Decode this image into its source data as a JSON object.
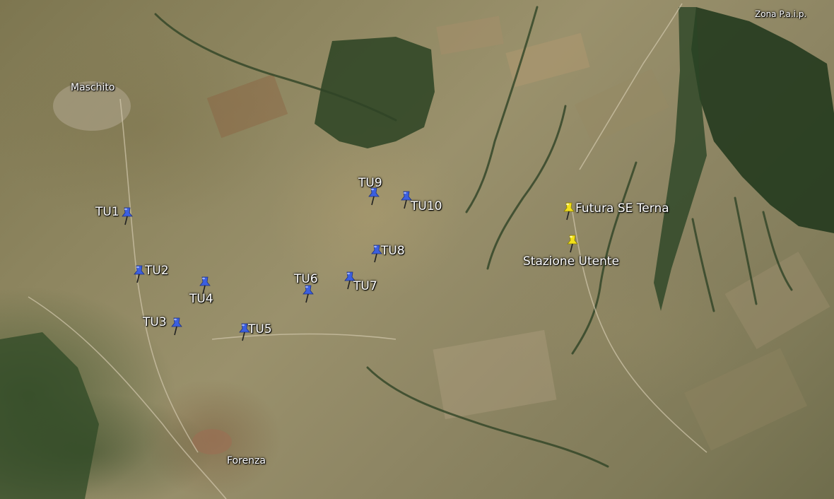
{
  "map": {
    "zone_label": "Zona P.a.i.p.",
    "towns": [
      {
        "id": "maschito",
        "name": "Maschito"
      },
      {
        "id": "forenza",
        "name": "Forenza"
      }
    ],
    "markers": [
      {
        "id": "tu1",
        "label": "TU1",
        "color": "blue"
      },
      {
        "id": "tu2",
        "label": "TU2",
        "color": "blue"
      },
      {
        "id": "tu3",
        "label": "TU3",
        "color": "blue"
      },
      {
        "id": "tu4",
        "label": "TU4",
        "color": "blue"
      },
      {
        "id": "tu5",
        "label": "TU5",
        "color": "blue"
      },
      {
        "id": "tu6",
        "label": "TU6",
        "color": "blue"
      },
      {
        "id": "tu7",
        "label": "TU7",
        "color": "blue"
      },
      {
        "id": "tu8",
        "label": "TU8",
        "color": "blue"
      },
      {
        "id": "tu9",
        "label": "TU9",
        "color": "blue"
      },
      {
        "id": "tu10",
        "label": "TU10",
        "color": "blue"
      },
      {
        "id": "futura-se-terna",
        "label": "Futura SE Terna",
        "color": "yellow"
      },
      {
        "id": "stazione-utente",
        "label": "Stazione Utente",
        "color": "yellow"
      }
    ],
    "colors": {
      "pin_blue": "#3b5fe0",
      "pin_yellow": "#f2e01a",
      "label_text": "#ffffff"
    }
  }
}
